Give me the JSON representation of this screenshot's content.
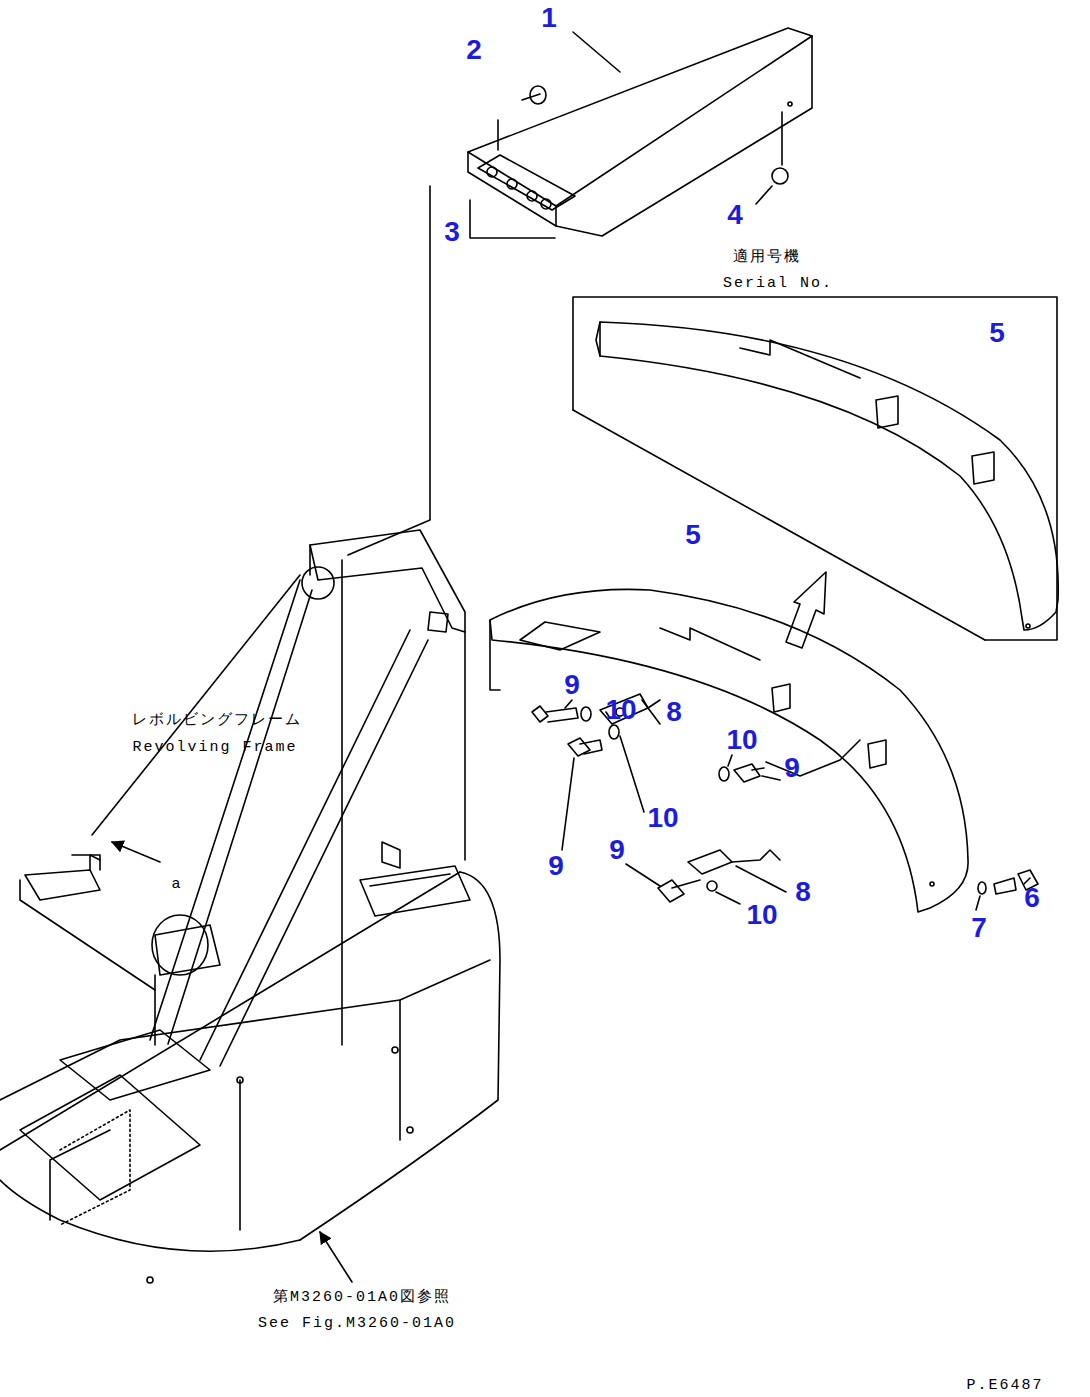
{
  "diagram": {
    "labels": [
      "1",
      "2",
      "3",
      "4",
      "適用号機",
      "Serial No.",
      "5",
      "5",
      "レボルビングフレーム",
      "Revolving Frame",
      "9",
      "10",
      "8",
      "10",
      "9",
      "10",
      "9",
      "9",
      "10",
      "8",
      "6",
      "7",
      "a",
      "第M3260-01A0図参照",
      "See Fig.M3260-01A0",
      "P.E6487"
    ]
  }
}
